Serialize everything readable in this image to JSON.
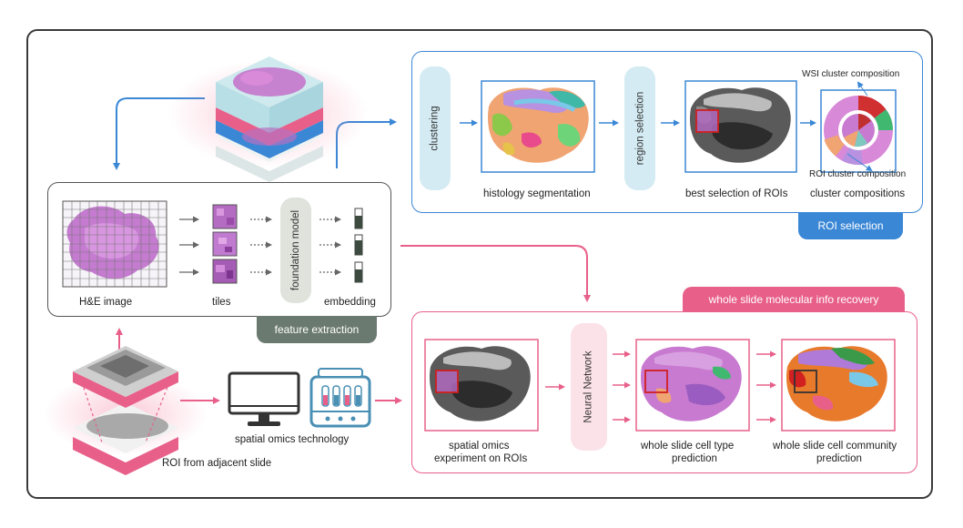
{
  "feature_extraction": {
    "tag": "feature extraction",
    "he_image_label": "H&E image",
    "tiles_label": "tiles",
    "model_label": "foundation model",
    "embedding_label": "embedding"
  },
  "roi_selection": {
    "tag": "ROI selection",
    "clustering_label": "clustering",
    "histology_label": "histology segmentation",
    "region_selection_label": "region selection",
    "best_selection_label": "best selection of ROIs",
    "cluster_compositions_label": "cluster compositions",
    "wsi_composition_label": "WSI cluster composition",
    "roi_composition_label": "ROI cluster composition"
  },
  "recovery": {
    "tag": "whole slide molecular info recovery",
    "spatial_label_line1": "spatial omics",
    "spatial_label_line2": "experiment on ROIs",
    "nn_label": "Neural Network",
    "cell_type_line1": "whole slide cell type",
    "cell_type_line2": "prediction",
    "community_line1": "whole slide cell community",
    "community_line2": "prediction"
  },
  "left_bottom": {
    "roi_slide_label": "ROI from adjacent slide",
    "tech_label": "spatial omics technology"
  },
  "colors": {
    "blue": "#3a87d6",
    "pink": "#e8608a",
    "gray_tag": "#6b7a70",
    "light_blue_pill": "#d4ebf3",
    "light_gray_pill": "#dfe3dc",
    "light_pink_pill": "#fbe1e8"
  }
}
